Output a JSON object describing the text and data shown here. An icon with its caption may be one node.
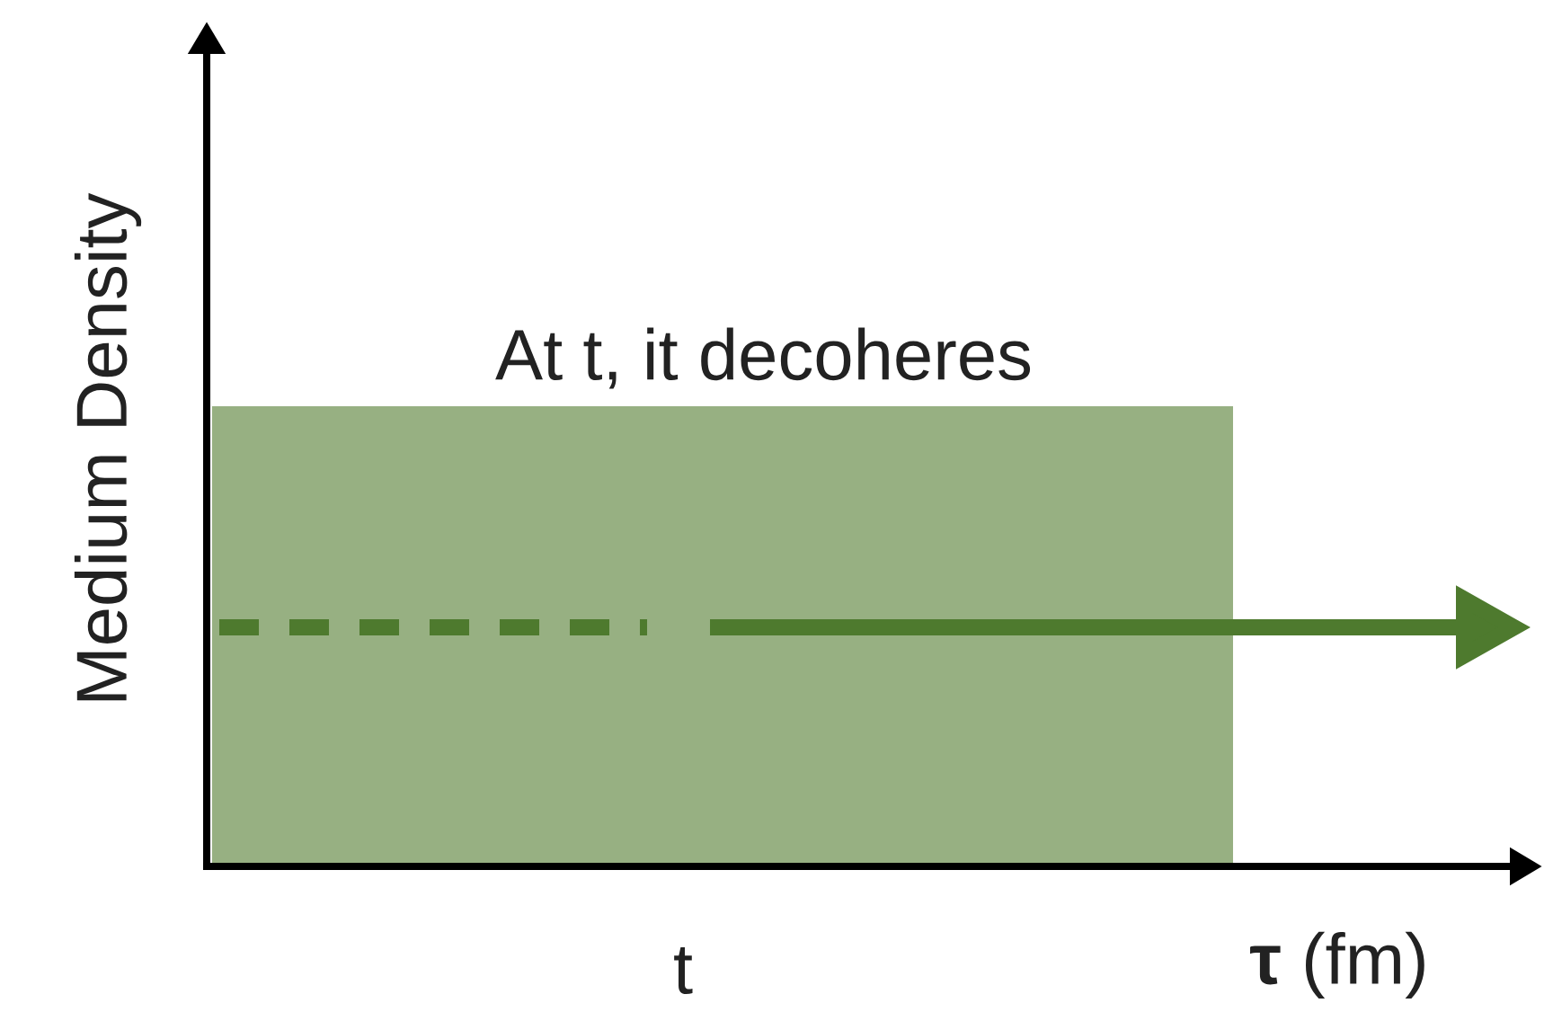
{
  "diagram": {
    "nodes": [
      {
        "text": [
          "At t, it decoheres"
        ]
      }
    ],
    "labels": [
      "Medium Density",
      "t",
      "**τ** (fm)"
    ]
  }
}
